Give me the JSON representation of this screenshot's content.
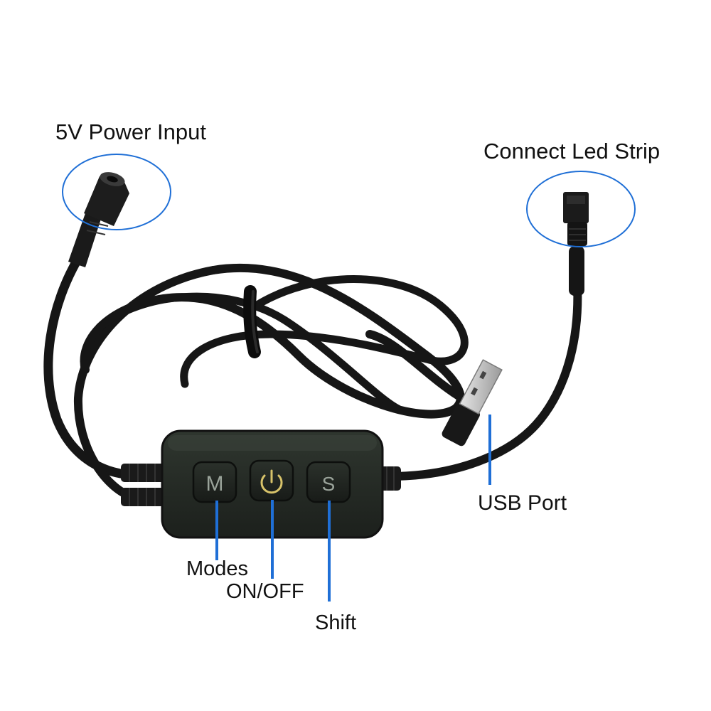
{
  "labels": {
    "power_input": "5V Power Input",
    "led_strip": "Connect Led Strip",
    "usb_port": "USB Port",
    "modes": "Modes",
    "on_off": "ON/OFF",
    "shift": "Shift"
  },
  "controller": {
    "button_modes_glyph": "M",
    "button_shift_glyph": "S"
  },
  "colors": {
    "callout_blue": "#1f6fd6",
    "cable": "#161616",
    "controller_body": "#232922",
    "button_glyph": "#9aa39a",
    "power_glyph": "#d8c36a"
  }
}
